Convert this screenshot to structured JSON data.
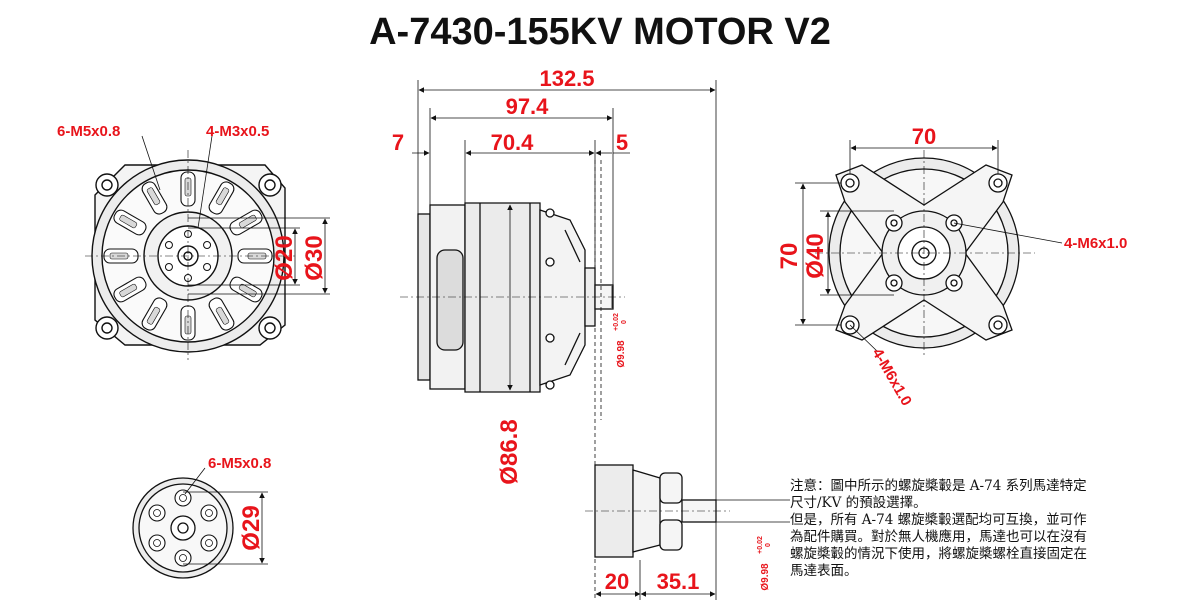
{
  "title": "A-7430-155KV MOTOR V2",
  "front_view": {
    "label_thread_outer": "6-M5x0.8",
    "label_thread_inner": "4-M3x0.5",
    "dim_inner": "Ø20",
    "dim_outer": "Ø30"
  },
  "side_view": {
    "dim_total": "132.5",
    "dim_body": "97.4",
    "dim_left": "7",
    "dim_mid": "70.4",
    "dim_right": "5",
    "dim_diameter": "Ø86.8",
    "dim_shaft": "Ø9.98",
    "tol_upper": "+0.02",
    "tol_lower": "0"
  },
  "rear_view": {
    "dim_width": "70",
    "dim_height": "70",
    "dim_circle": "Ø40",
    "label_thread_a": "4-M6x1.0",
    "label_thread_b": "4-M6x1.0"
  },
  "prop_adapter_view": {
    "label_thread": "6-M5x0.8",
    "dim_diameter": "Ø29"
  },
  "adapter_side_view": {
    "dim_a": "20",
    "dim_b": "35.1",
    "dim_shaft": "Ø9.98",
    "tol_upper": "+0.02",
    "tol_lower": "0"
  },
  "note_lines": [
    "注意：圖中所示的螺旋槳轂是 A-74 系列馬達特定",
    "尺寸/KV 的預設選擇。",
    "但是，所有 A-74 螺旋槳轂選配均可互換，並可作",
    "為配件購買。對於無人機應用，馬達也可以在沒有",
    "螺旋槳轂的情況下使用，將螺旋槳螺栓直接固定在",
    "馬達表面。"
  ],
  "colors": {
    "dimension": "#e8141b",
    "ink": "#111111",
    "metal": "#dedede"
  }
}
